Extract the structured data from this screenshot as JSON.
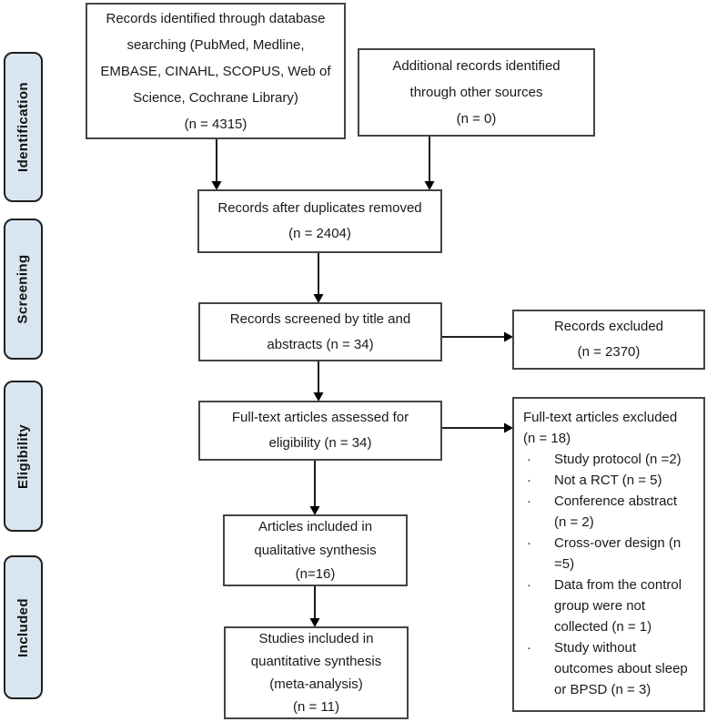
{
  "stages": {
    "identification": "Identification",
    "screening": "Screening",
    "eligibility": "Eligibility",
    "included": "Included"
  },
  "boxes": {
    "db_search": {
      "lines": [
        "Records identified through database",
        "searching (PubMed, Medline,",
        "EMBASE, CINAHL, SCOPUS, Web of",
        "Science, Cochrane Library)",
        "(n = 4315)"
      ]
    },
    "other_sources": {
      "lines": [
        "Additional records identified",
        "through other sources",
        "(n = 0)"
      ]
    },
    "duplicates_removed": {
      "lines": [
        "Records after duplicates removed",
        "(n = 2404)"
      ]
    },
    "screened": {
      "lines": [
        "Records screened by title and",
        "abstracts (n = 34)"
      ]
    },
    "records_excluded": {
      "lines": [
        "Records excluded",
        "(n = 2370)"
      ]
    },
    "fulltext_assessed": {
      "lines": [
        "Full-text articles assessed for",
        "eligibility (n = 34)"
      ]
    },
    "fulltext_excluded": {
      "title_lines": [
        "Full-text articles excluded",
        "(n = 18)"
      ],
      "bullet": "·",
      "items": [
        "Study protocol (n =2)",
        "Not a RCT (n = 5)",
        "Conference abstract (n = 2)",
        "Cross-over design (n =5)",
        "Data from the control group were not collected (n = 1)",
        "Study without outcomes about sleep or BPSD (n = 3)"
      ]
    },
    "qualitative": {
      "lines": [
        "Articles included in",
        "qualitative synthesis",
        "(n=16)"
      ]
    },
    "quantitative": {
      "lines": [
        "Studies included in",
        "quantitative synthesis",
        "(meta-analysis)",
        "(n = 11)"
      ]
    }
  },
  "colors": {
    "stage_fill": "#d9e6f2",
    "stage_border": "#1f1f1f",
    "box_border": "#444444",
    "arrow": "#000000"
  }
}
